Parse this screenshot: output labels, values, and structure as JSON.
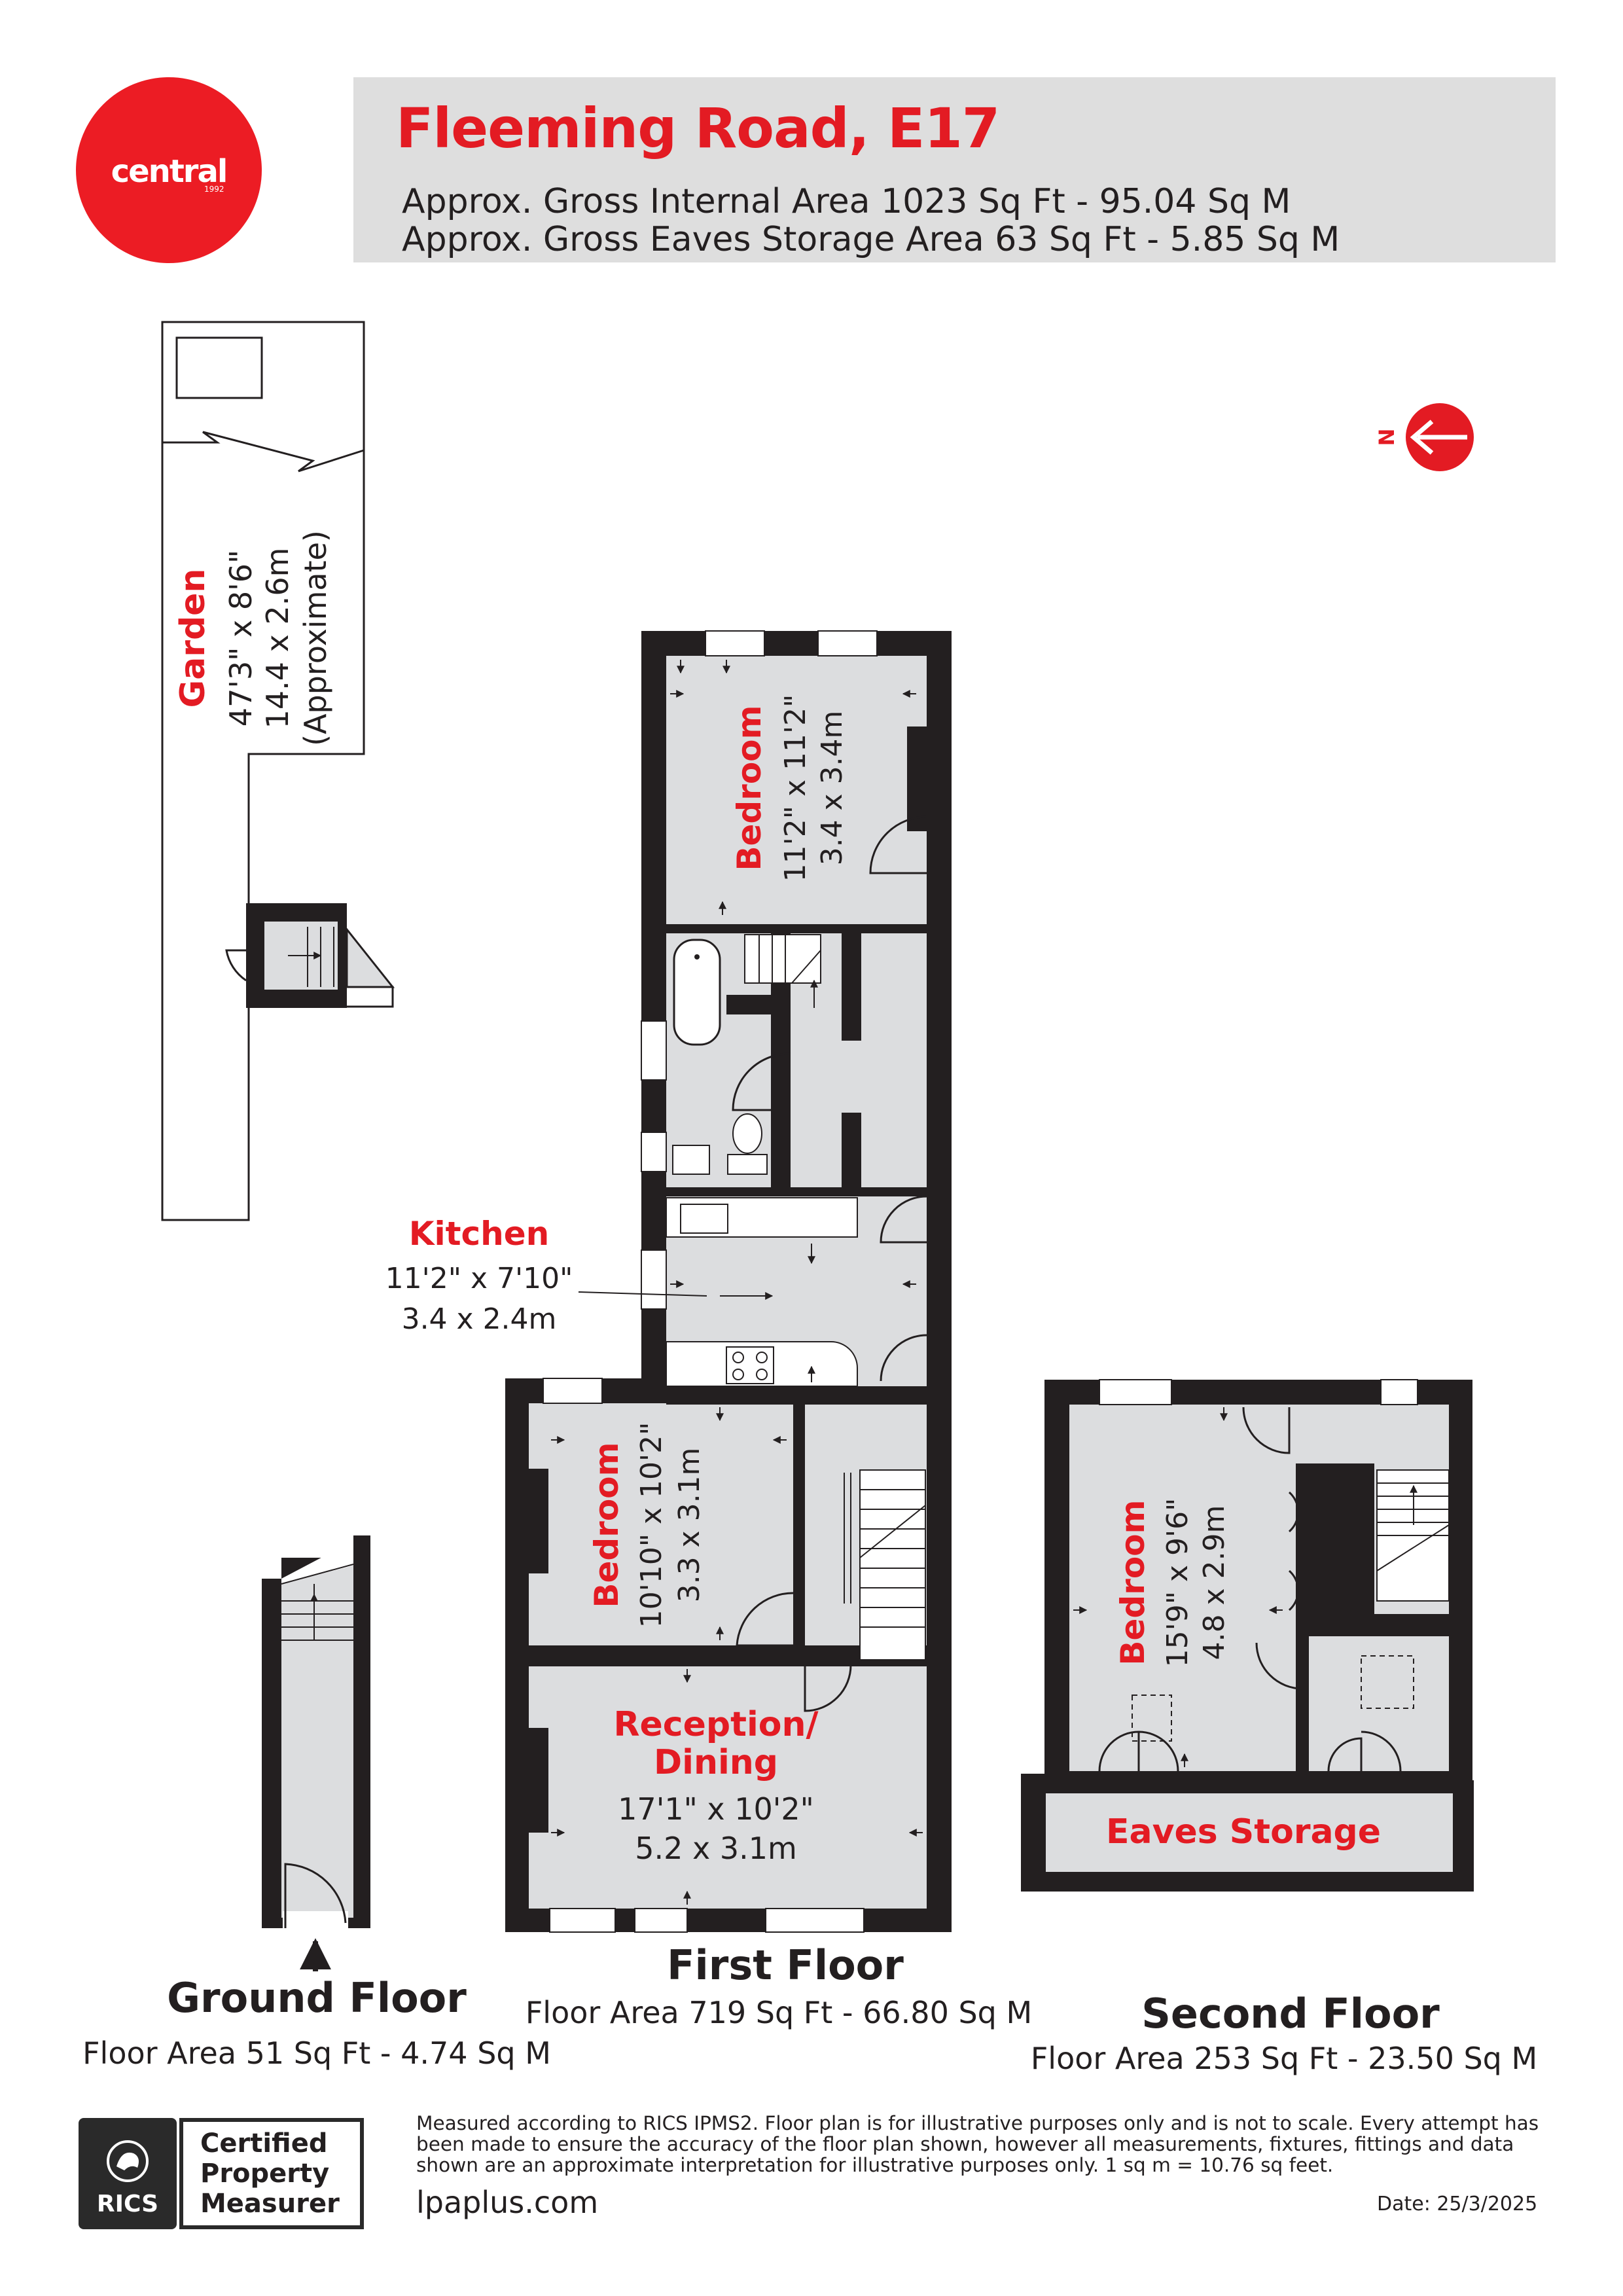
{
  "header": {
    "title": "Fleeming Road, E17",
    "gross_internal_area": "Approx. Gross Internal Area 1023 Sq Ft - 95.04 Sq M",
    "eaves_storage_area": "Approx. Gross Eaves Storage Area 63 Sq Ft - 5.85 Sq M"
  },
  "logo": {
    "word": "central",
    "year": "1992"
  },
  "compass": {
    "label": "N"
  },
  "rooms": {
    "garden": {
      "name": "Garden",
      "imperial": "47'3\" x 8'6\"",
      "metric": "14.4 x 2.6m",
      "note": "(Approximate)"
    },
    "bedroom_rear": {
      "name": "Bedroom",
      "imperial": "11'2\" x 11'2\"",
      "metric": "3.4 x 3.4m"
    },
    "kitchen": {
      "name": "Kitchen",
      "imperial": "11'2\" x 7'10\"",
      "metric": "3.4 x 2.4m"
    },
    "bedroom_middle": {
      "name": "Bedroom",
      "imperial": "10'10\" x 10'2\"",
      "metric": "3.3 x 3.1m"
    },
    "reception": {
      "name_line1": "Reception/",
      "name_line2": "Dining",
      "imperial": "17'1\" x 10'2\"",
      "metric": "5.2 x 3.1m"
    },
    "bedroom_second": {
      "name": "Bedroom",
      "imperial": "15'9\" x 9'6\"",
      "metric": "4.8 x 2.9m"
    },
    "eaves_storage": {
      "name": "Eaves Storage"
    }
  },
  "floors": {
    "ground": {
      "title": "Ground Floor",
      "area": "Floor Area 51 Sq Ft - 4.74 Sq M"
    },
    "first": {
      "title": "First Floor",
      "area": "Floor Area 719 Sq Ft - 66.80 Sq M"
    },
    "second": {
      "title": "Second Floor",
      "area": "Floor Area 253 Sq Ft - 23.50 Sq M"
    }
  },
  "footer": {
    "rics": "RICS",
    "certified_lines": [
      "Certified",
      "Property",
      "Measurer"
    ],
    "disclaimer": "Measured according to RICS IPMS2. Floor plan is for illustrative purposes only and is not to scale. Every attempt has been made to ensure the accuracy of the floor plan shown, however all measurements, fixtures, fittings and data shown are an approximate interpretation for illustrative purposes only. 1 sq m = 10.76 sq feet.",
    "website": "lpaplus.com",
    "date": "Date: 25/3/2025"
  },
  "colors": {
    "accent_red": "#e31b23",
    "wall": "#231f20",
    "room_fill": "#dcdddf",
    "panel": "#dedede"
  }
}
